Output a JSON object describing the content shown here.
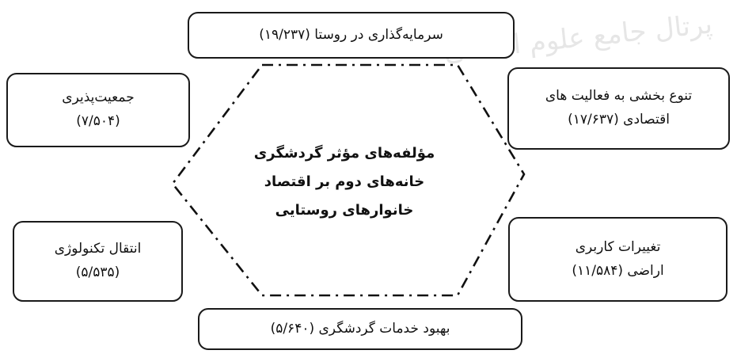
{
  "watermark": "پرتال جامع علوم انسانی",
  "center": {
    "lines": [
      "مؤلفه‌های مؤثر گردشگری",
      "خانه‌های دوم بر اقتصاد",
      "خانوارهای روستایی"
    ]
  },
  "factors": {
    "investment": {
      "lines": [
        "سرمایه‌گذاری در روستا (۱۹/۲۳۷)"
      ]
    },
    "diversification": {
      "lines": [
        "تنوع بخشی به فعالیت های",
        "اقتصادی (۱۷/۶۳۷)"
      ]
    },
    "land_use": {
      "lines": [
        "تغییرات کاربری",
        "اراضی (۱۱/۵۸۴)"
      ]
    },
    "tourism_services": {
      "lines": [
        "بهبود خدمات گردشگری (۵/۶۴۰)"
      ]
    },
    "technology": {
      "lines": [
        "انتقال تکنولوژی",
        "(۵/۵۳۵)"
      ]
    },
    "population": {
      "lines": [
        "جمعیت‌پذیری",
        "(۷/۵۰۴)"
      ]
    }
  }
}
